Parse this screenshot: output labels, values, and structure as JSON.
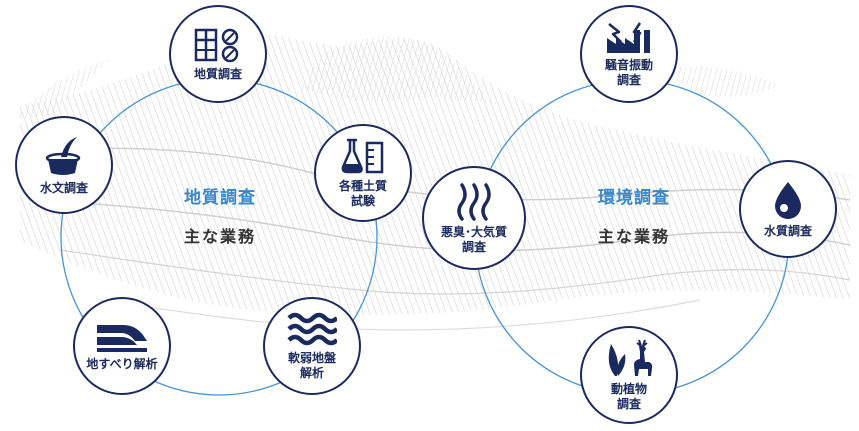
{
  "colors": {
    "navy": "#1b2a5e",
    "accent_blue": "#3a87c8",
    "ring": "#4a95cf",
    "text_dark": "#333333"
  },
  "geology": {
    "title": "地質調査",
    "subtitle": "主な業務",
    "nodes": [
      {
        "label": "地質調査",
        "icon": "geological-column-icon"
      },
      {
        "label": "各種土質\n試験",
        "icon": "flask-beaker-icon"
      },
      {
        "label": "軟弱地盤\n解析",
        "icon": "waves-icon"
      },
      {
        "label": "地すべり解析",
        "icon": "landslide-icon"
      },
      {
        "label": "水文調査",
        "icon": "water-bucket-icon"
      }
    ]
  },
  "environment": {
    "title": "環境調査",
    "subtitle": "主な業務",
    "nodes": [
      {
        "label": "騒音振動\n調査",
        "icon": "factory-noise-icon"
      },
      {
        "label": "水質調査",
        "icon": "water-drop-icon"
      },
      {
        "label": "動植物\n調査",
        "icon": "deer-plant-icon"
      },
      {
        "label": "悪臭･大気質\n調査",
        "icon": "odor-wave-icon"
      }
    ]
  }
}
